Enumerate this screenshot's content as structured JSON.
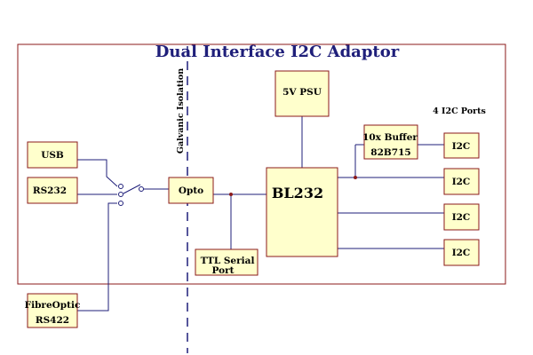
{
  "diagram": {
    "title": "Dual Interface I2C Adaptor",
    "galvanic_label": "Galvanic Isolation",
    "ports_label": "4 I2C Ports",
    "blocks": {
      "usb": "USB",
      "rs232": "RS232",
      "fibre_line1": "FibreOptic",
      "fibre_line2": "RS422",
      "opto": "Opto",
      "bl232": "BL232",
      "psu": "5V PSU",
      "ttl_line1": "TTL Serial",
      "ttl_line2": "Port",
      "buffer_line1": "10x Buffer",
      "buffer_line2": "82B715",
      "i2c_1": "I2C",
      "i2c_2": "I2C",
      "i2c_3": "I2C",
      "i2c_4": "I2C"
    },
    "colors": {
      "block_fill": "#ffffcc",
      "block_border": "#8b1a1a",
      "wire": "#1f1f7a",
      "frame": "#8b1a1a",
      "title": "#1f1f7a"
    }
  }
}
